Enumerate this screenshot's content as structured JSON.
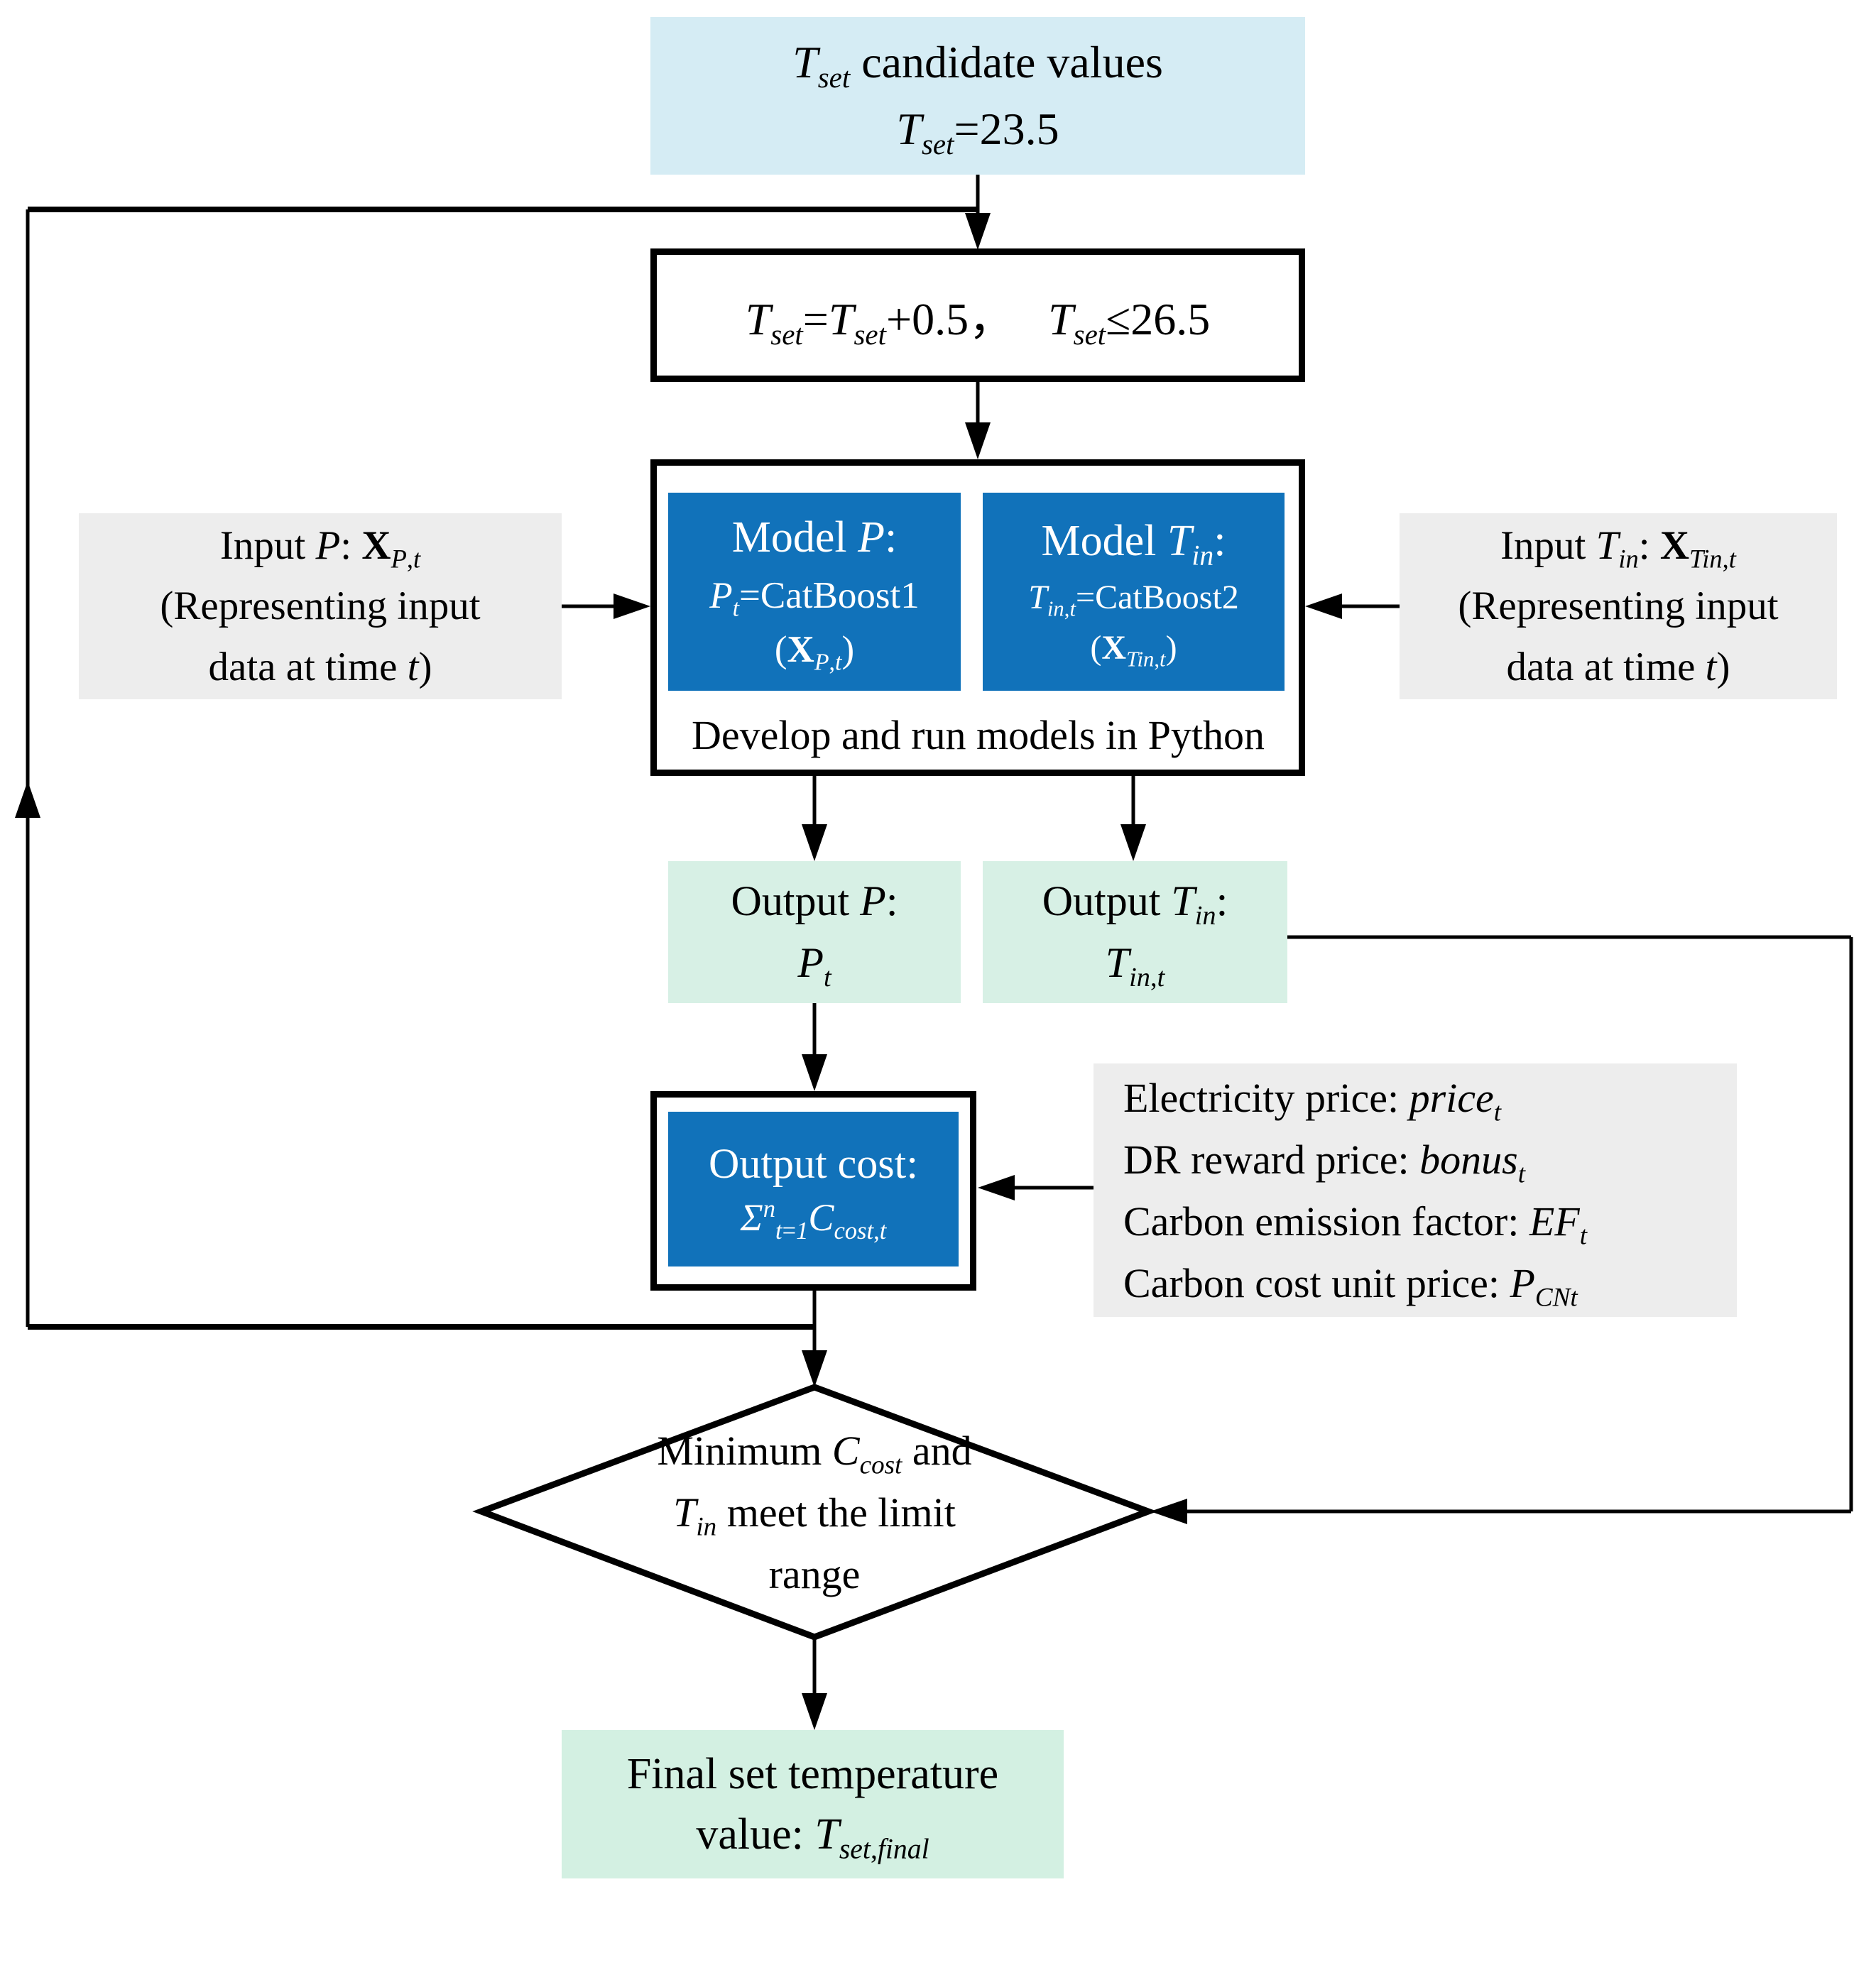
{
  "nodes": {
    "tset_candidates": {
      "line1": "<i>T</i><sub><i>set</i></sub> candidate values",
      "line2": "<i>T</i><sub><i>set</i></sub>=23.5"
    },
    "tset_update": {
      "text": "<i>T</i><sub><i>set</i></sub>=<i>T</i><sub><i>set</i></sub>+0.5&#65292;&nbsp;&nbsp;&nbsp;<i>T</i><sub><i>set</i></sub>&#8804;26.5"
    },
    "models": {
      "caption": "Develop and run models in Python",
      "model_p": {
        "title": "Model <i>P</i>:",
        "equation": "<i>P</i><sub><i>t</i></sub>=CatBoost1",
        "arguments": "(<b>X</b><sub><i>P</i>,<i>t</i></sub>)"
      },
      "model_tin": {
        "title": "Model <i>T</i><sub><i>in</i></sub>:",
        "equation": "<i>T</i><sub><i>in</i>,<i>t</i></sub>=CatBoost2",
        "arguments": "(<b>X</b><sub><i>Tin</i>,<i>t</i></sub>)"
      }
    },
    "input_p": {
      "line1": "Input <i>P</i>: <b>X</b><sub><i>P</i>,<i>t</i></sub>",
      "line2": "(Representing input",
      "line3": "data at time <i>t</i>)"
    },
    "input_tin": {
      "line1": "Input <i>T</i><sub><i>in</i></sub>: <b>X</b><sub><i>Tin</i>,<i>t</i></sub>",
      "line2": "(Representing input",
      "line3": "data at time <i>t</i>)"
    },
    "output_p": {
      "line1": "Output <i>P</i>:",
      "value": "<i>P</i><sub><i>t</i></sub>"
    },
    "output_tin": {
      "line1": "Output <i>T</i><sub><i>in</i></sub>:",
      "value": "<i>T</i><sub><i>in</i>,<i>t</i></sub>"
    },
    "output_cost": {
      "line1": "Output cost:",
      "formula": "<i>&#931;</i><sup><i>n</i></sup><sub><i>t</i>=<i>1</i></sub><i>C</i><sub><i>cost</i>,<i>t</i></sub>"
    },
    "price_info": {
      "lines": [
        "Electricity price: <i>price</i><sub><i>t</i></sub>",
        "DR reward price: <i>bonus</i><sub><i>t</i></sub>",
        "Carbon emission factor: <i>EF</i><sub><i>t</i></sub>",
        "Carbon cost unit price: <i>P</i><sub><i>CNt</i></sub>"
      ]
    },
    "decision": {
      "line1": "Minimum <i>C</i><sub><i>cost</i></sub> and",
      "line2": "<i>T</i><sub><i>in</i></sub> meet the limit",
      "line3": "range"
    },
    "final": {
      "line1": "Final set temperature",
      "line2": "value: <i>T</i><sub><i>set</i>,<i>final</i></sub>"
    }
  },
  "colors": {
    "model_blue": "#1172BA",
    "candidate_fill": "#D5ECF4",
    "output_fill": "#D7F0E5",
    "final_fill": "#D3F0E2",
    "info_fill": "#EDEDED",
    "line_color": "#000000",
    "model_text": "#FFFFFF"
  }
}
